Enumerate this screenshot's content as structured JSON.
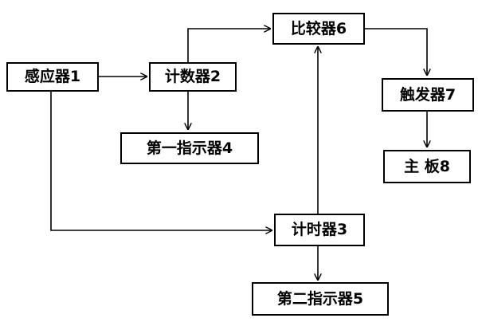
{
  "nodes": {
    "sensor": "感应器1",
    "counter": "计数器2",
    "timer": "计时器3",
    "indicator1": "第一指示器4",
    "indicator2": "第二指示器5",
    "comparator": "比较器6",
    "trigger": "触发器7",
    "mainboard": "主 板8"
  },
  "edges": [
    {
      "from": "sensor",
      "to": "counter"
    },
    {
      "from": "sensor",
      "to": "timer"
    },
    {
      "from": "counter",
      "to": "comparator"
    },
    {
      "from": "counter",
      "to": "indicator1"
    },
    {
      "from": "timer",
      "to": "comparator"
    },
    {
      "from": "timer",
      "to": "indicator2"
    },
    {
      "from": "comparator",
      "to": "trigger"
    },
    {
      "from": "trigger",
      "to": "mainboard"
    }
  ],
  "colors": {
    "line": "#000000",
    "background": "#ffffff"
  }
}
